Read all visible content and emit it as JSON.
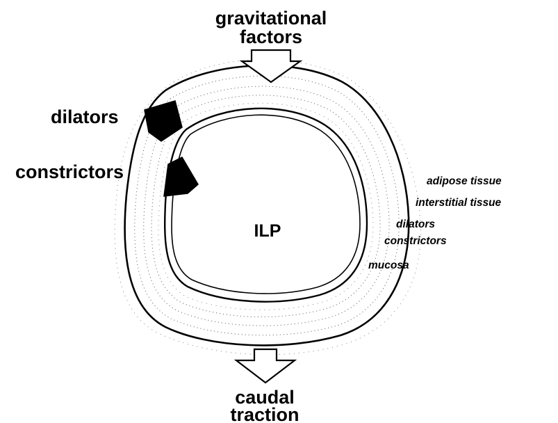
{
  "top_label": [
    "gravitational",
    "factors"
  ],
  "bottom_label": [
    "caudal",
    "traction"
  ],
  "left_labels": {
    "dilators": "dilators",
    "constrictors": "constrictors"
  },
  "center_label": "ILP",
  "layers": [
    "adipose tissue",
    "interstitial tissue",
    "dilators",
    "constrictors",
    "mucosa"
  ],
  "colors": {
    "ink": "#000000",
    "paper": "#ffffff",
    "stipple": "#555555"
  }
}
